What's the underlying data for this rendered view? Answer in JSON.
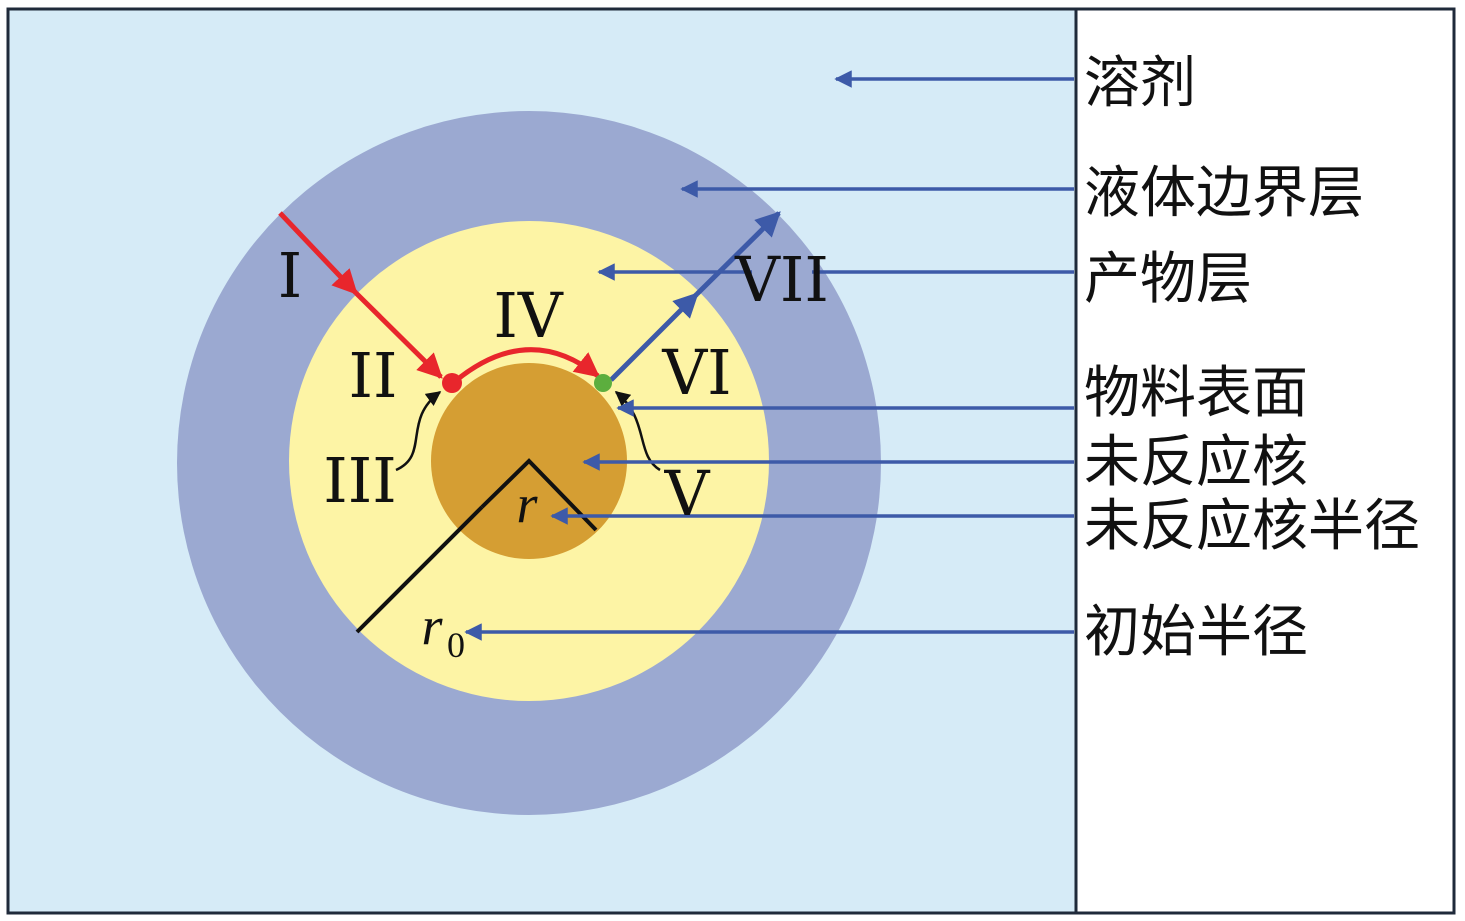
{
  "colors": {
    "solvent": "#d6ebf7",
    "boundary_layer": "#9ba9d1",
    "product_layer": "#fdf4a5",
    "core": "#d59e33",
    "pointer_arrow": "#3d5aa8",
    "step_red": "#e8262c",
    "step_blue": "#3d5aa8",
    "dot_red": "#e8262c",
    "dot_green": "#5cae3e"
  },
  "steps": {
    "I": "I",
    "II": "II",
    "III": "III",
    "IV": "IV",
    "V": "V",
    "VI": "VI",
    "VII": "VII"
  },
  "variables": {
    "r": "r",
    "r0_base": "r",
    "r0_sub": "0"
  },
  "labels": {
    "solvent": "溶剂",
    "boundary_layer": "液体边界层",
    "product_layer": "产物层",
    "material_surface": "物料表面",
    "unreacted_core": "未反应核",
    "core_radius": "未反应核半径",
    "initial_radius": "初始半径"
  }
}
